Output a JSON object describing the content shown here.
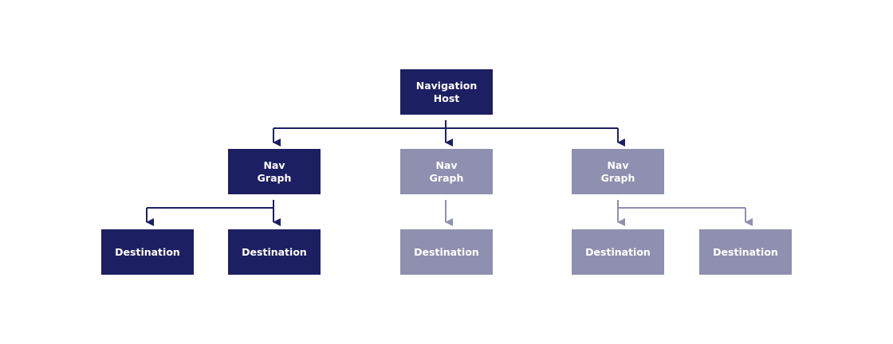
{
  "colors": {
    "active": "#1d1f63",
    "inactive": "#8f90b0",
    "background": "#ffffff"
  },
  "nodes": {
    "host": {
      "label": "Navigation\nHost",
      "state": "active"
    },
    "graph_1": {
      "label": "Nav\nGraph",
      "state": "active"
    },
    "graph_2": {
      "label": "Nav\nGraph",
      "state": "inactive"
    },
    "graph_3": {
      "label": "Nav\nGraph",
      "state": "inactive"
    },
    "destination_1": {
      "label": "Destination",
      "state": "active"
    },
    "destination_2": {
      "label": "Destination",
      "state": "active"
    },
    "destination_3": {
      "label": "Destination",
      "state": "inactive"
    },
    "destination_4": {
      "label": "Destination",
      "state": "inactive"
    },
    "destination_5": {
      "label": "Destination",
      "state": "inactive"
    }
  },
  "edges": [
    {
      "from": "host",
      "to": "graph_1",
      "state": "active"
    },
    {
      "from": "host",
      "to": "graph_2",
      "state": "active"
    },
    {
      "from": "host",
      "to": "graph_3",
      "state": "active"
    },
    {
      "from": "graph_1",
      "to": "destination_1",
      "state": "active"
    },
    {
      "from": "graph_1",
      "to": "destination_2",
      "state": "active"
    },
    {
      "from": "graph_2",
      "to": "destination_3",
      "state": "inactive"
    },
    {
      "from": "graph_3",
      "to": "destination_4",
      "state": "inactive"
    },
    {
      "from": "graph_3",
      "to": "destination_5",
      "state": "inactive"
    }
  ]
}
